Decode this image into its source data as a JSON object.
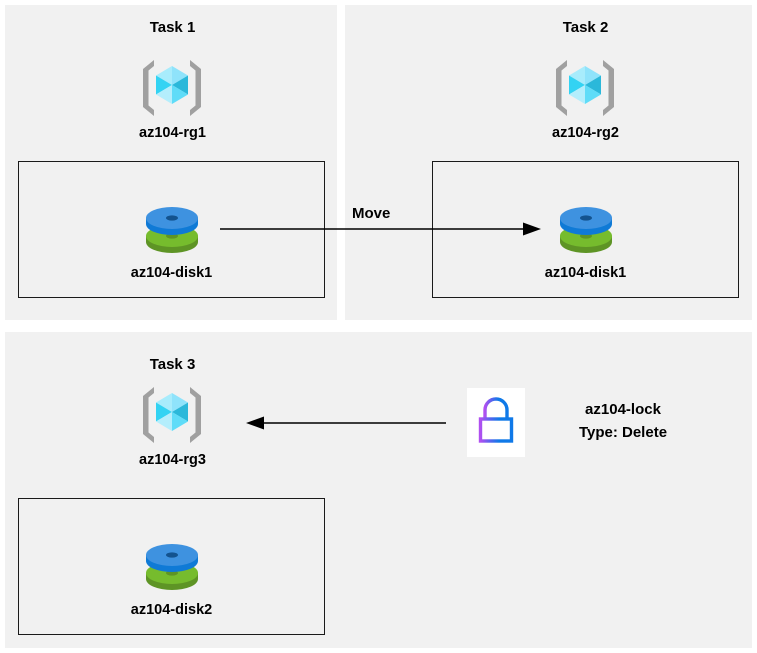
{
  "diagram": {
    "title_text_color": "#000000",
    "panel_background": "#f1f1f1",
    "page_background": "#ffffff",
    "box_border_color": "#1a1a1a",
    "arrow_color": "#000000"
  },
  "tasks": [
    {
      "title": "Task 1",
      "resource_group_icon": "azure-resource-group-icon",
      "resource_group_label": "az104-rg1",
      "resource_icon": "azure-managed-disk-icon",
      "resource_label": "az104-disk1"
    },
    {
      "title": "Task 2",
      "resource_group_icon": "azure-resource-group-icon",
      "resource_group_label": "az104-rg2",
      "resource_icon": "azure-managed-disk-icon",
      "resource_label": "az104-disk1"
    },
    {
      "title": "Task 3",
      "resource_group_icon": "azure-resource-group-icon",
      "resource_group_label": "az104-rg3",
      "resource_icon": "azure-managed-disk-icon",
      "resource_label": "az104-disk2"
    }
  ],
  "connectors": {
    "move": {
      "label": "Move",
      "icon": "arrow-right-icon"
    },
    "lock_apply": {
      "icon": "arrow-left-icon"
    }
  },
  "lock": {
    "icon": "lock-icon",
    "name": "az104-lock",
    "type": "Type: Delete"
  },
  "colors": {
    "rg_cube_light": "#9fe5fb",
    "rg_cube_mid": "#32d1f2",
    "rg_cube_dark": "#2eb6d9",
    "rg_bracket": "#a0a0a0",
    "disk_blue_top": "#3e92e0",
    "disk_blue_side": "#0f7ad6",
    "disk_green_top": "#76bc2d",
    "disk_green_side": "#5e9425",
    "lock_blue": "#0f79e8",
    "lock_violet": "#9b4ff0"
  }
}
